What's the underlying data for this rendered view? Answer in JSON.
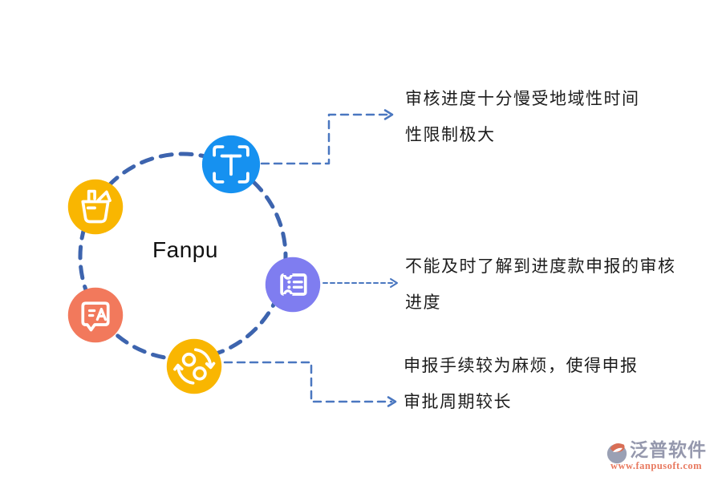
{
  "center_label": "Fanpu",
  "colors": {
    "ring": "#3d64ae",
    "connector": "#4a77c0",
    "icon_blue": "#1691f0",
    "icon_yellow": "#f9b601",
    "icon_orange": "#f2795c",
    "icon_purple": "#7f7df0",
    "brand_gray": "#9598ad",
    "brand_salmon": "#e8795f"
  },
  "icons": [
    {
      "name": "text-scan-icon",
      "color": "#1691f0"
    },
    {
      "name": "storage-basket-icon",
      "color": "#f9b601"
    },
    {
      "name": "translate-chat-icon",
      "color": "#f2795c"
    },
    {
      "name": "ticket-list-icon",
      "color": "#7f7df0"
    },
    {
      "name": "sync-arrows-icon",
      "color": "#f9b601"
    }
  ],
  "annotations": [
    {
      "line1": "审核进度十分慢受地域性时间",
      "line2": "性限制极大"
    },
    {
      "line1": "不能及时了解到进度款申报的审核",
      "line2": "进度"
    },
    {
      "line1": "申报手续较为麻烦，使得申报",
      "line2": "审批周期较长"
    }
  ],
  "footer": {
    "brand": "泛普软件",
    "url": "www.fanpusoft.com"
  }
}
